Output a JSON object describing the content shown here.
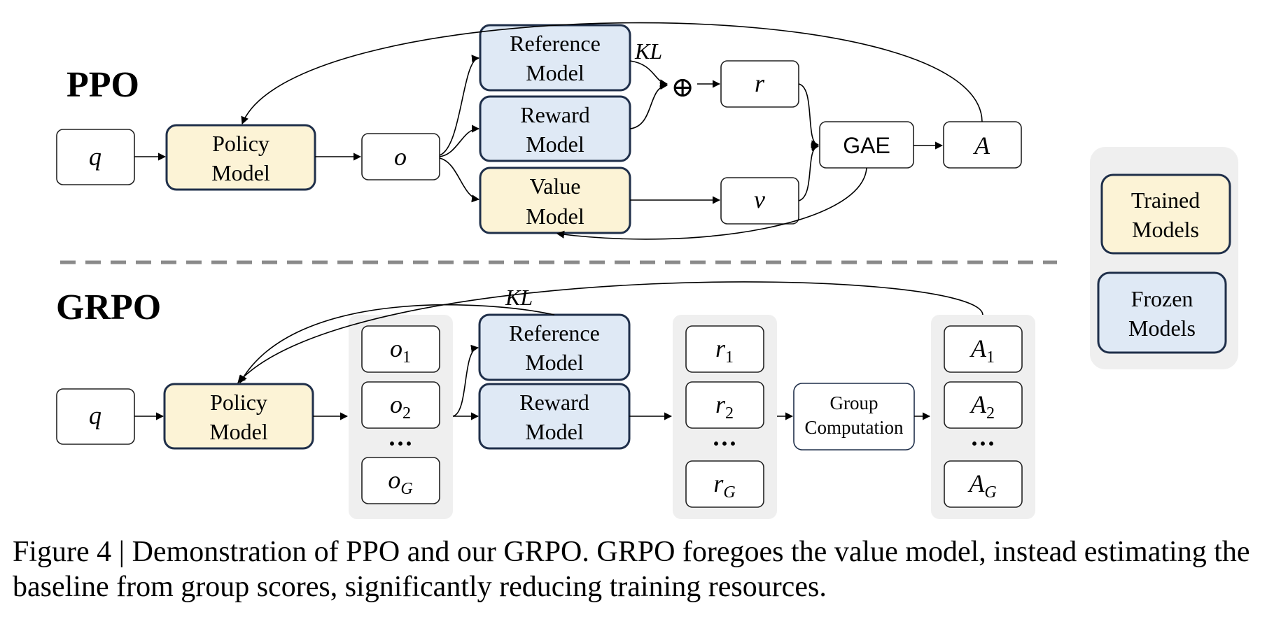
{
  "sections": {
    "ppo_title": "PPO",
    "grpo_title": "GRPO"
  },
  "ppo": {
    "q": "q",
    "policy_model": [
      "Policy",
      "Model"
    ],
    "o": "o",
    "reference_model": [
      "Reference",
      "Model"
    ],
    "reward_model": [
      "Reward",
      "Model"
    ],
    "value_model": [
      "Value",
      "Model"
    ],
    "kl": "KL",
    "plus": "⊕",
    "r": "r",
    "v": "v",
    "gae": "GAE",
    "a": "A"
  },
  "grpo": {
    "q": "q",
    "policy_model": [
      "Policy",
      "Model"
    ],
    "kl": "KL",
    "reference_model": [
      "Reference",
      "Model"
    ],
    "reward_model": [
      "Reward",
      "Model"
    ],
    "o_base": "o",
    "o_subs": [
      "1",
      "2",
      "G"
    ],
    "r_base": "r",
    "r_subs": [
      "1",
      "2",
      "G"
    ],
    "a_base": "A",
    "a_subs": [
      "1",
      "2",
      "G"
    ],
    "ellipsis": "···",
    "group_computation": [
      "Group",
      "Computation"
    ]
  },
  "legend": {
    "trained": [
      "Trained",
      "Models"
    ],
    "frozen": [
      "Frozen",
      "Models"
    ]
  },
  "caption": "Figure 4 | Demonstration of PPO and our GRPO. GRPO foregoes the value model, instead estimating the baseline from group scores, significantly reducing training resources.",
  "colors": {
    "trained_fill": "#fcf3d6",
    "frozen_fill": "#dfe9f5",
    "border_dark": "#1f2f4a",
    "group_bg": "#efefef",
    "divider": "#8a8a8a"
  }
}
